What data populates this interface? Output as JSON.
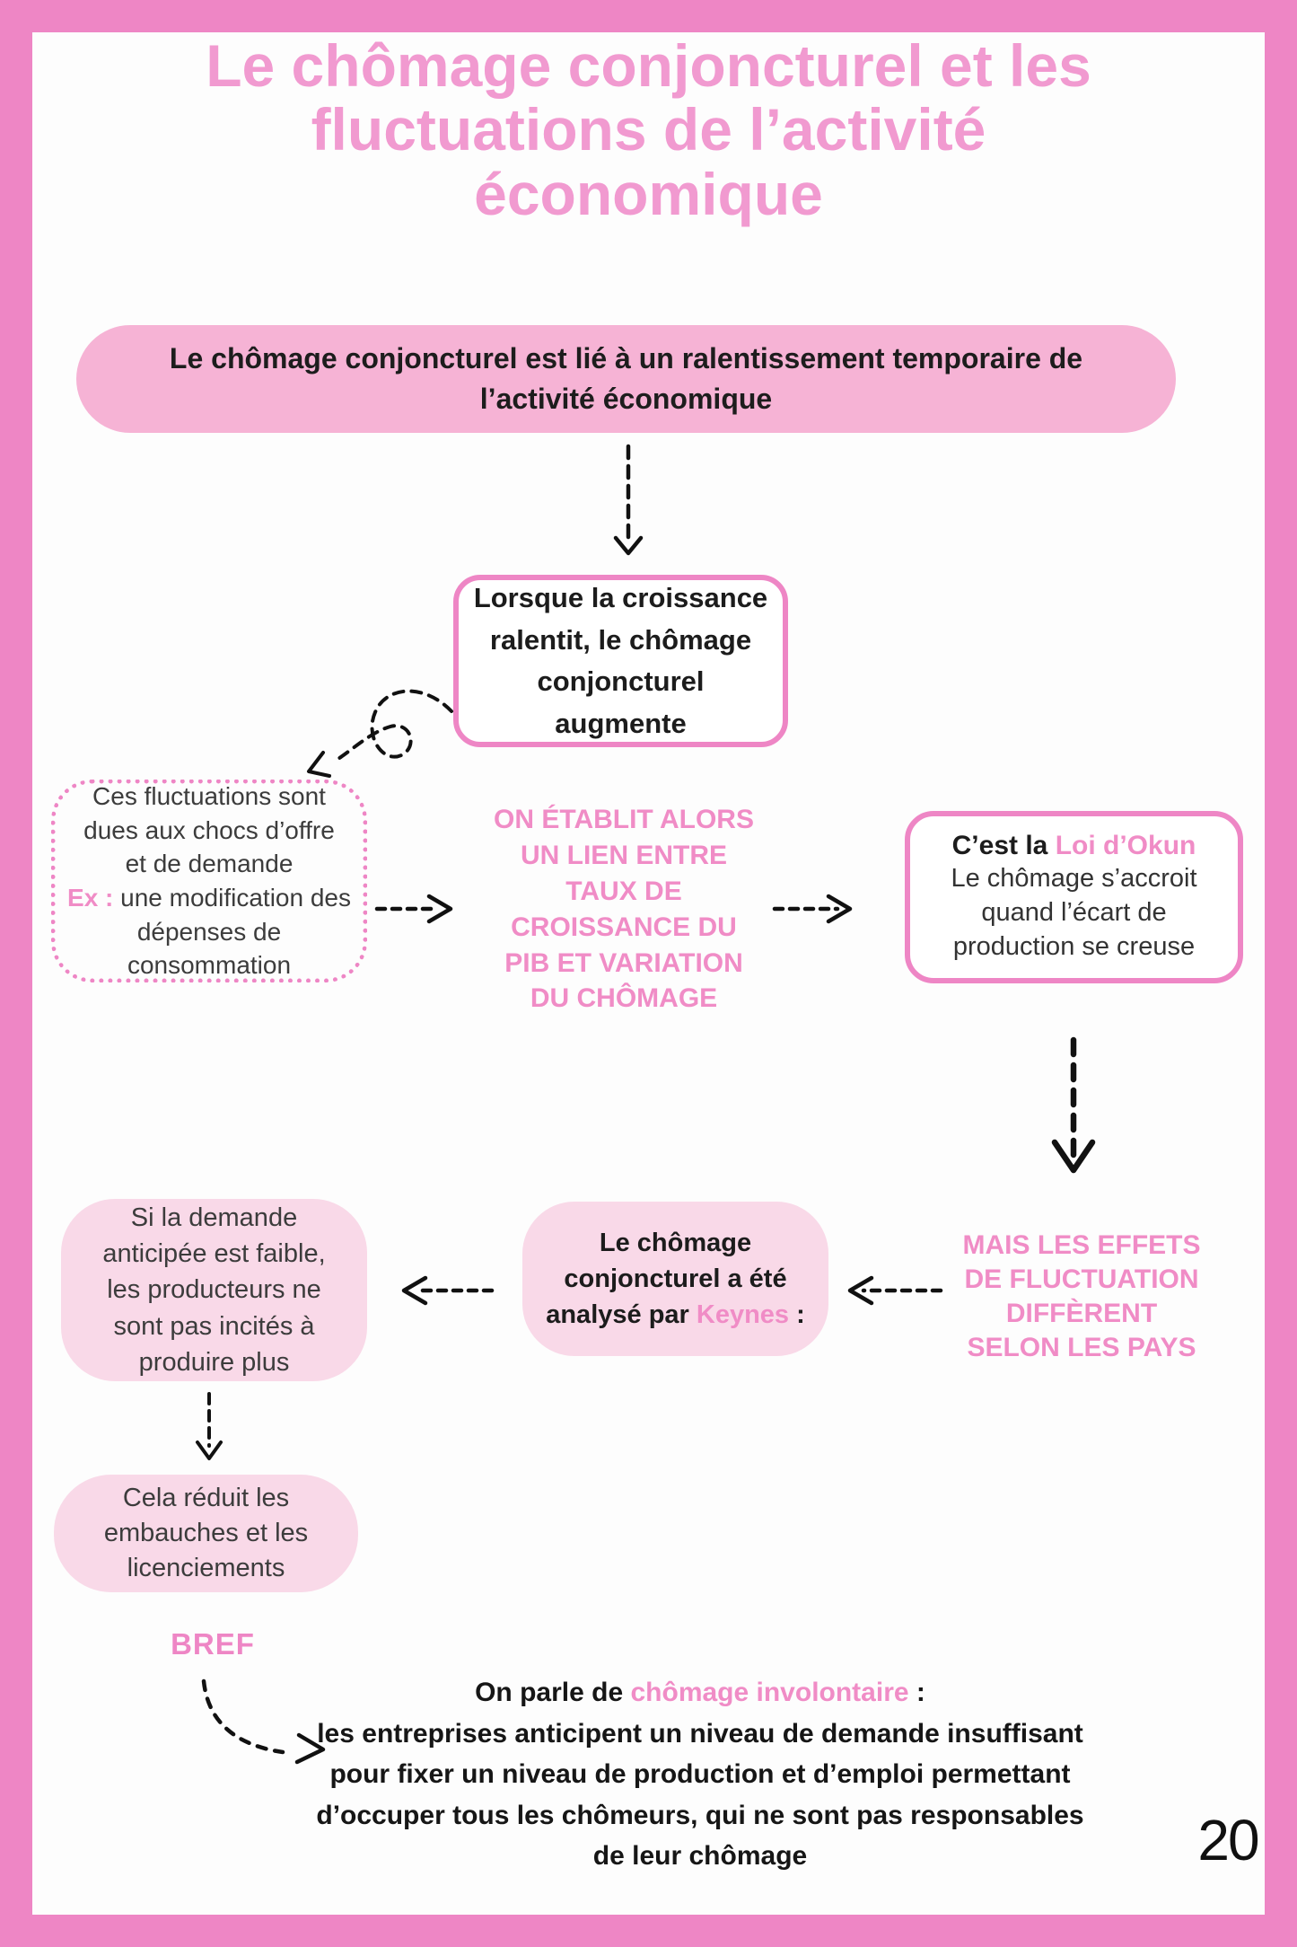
{
  "page": {
    "title": "Le chômage conjoncturel et les\nfluctuations de l’activité\néconomique",
    "page_number": "20"
  },
  "nodes": {
    "intro": {
      "text": "Le chômage conjoncturel est lié à un ralentissement temporaire de\nl’activité économique"
    },
    "croissance": {
      "text": "Lorsque la croissance\nralentit, le chômage\nconjoncturel\naugmente"
    },
    "fluctuations": {
      "text_main": "Ces fluctuations sont\ndues aux chocs d’offre\net de demande",
      "ex_label": "Ex :",
      "ex_text": " une modification des dépenses de consommation"
    },
    "lien": {
      "text": "ON ÉTABLIT ALORS\nUN LIEN ENTRE\nTAUX DE\nCROISSANCE DU\nPIB ET VARIATION\nDU CHÔMAGE"
    },
    "okun": {
      "head_pre": "C’est la ",
      "head_highlight": "Loi d’Okun",
      "body": "Le chômage s’accroit\nquand l’écart de\nproduction se creuse"
    },
    "effets": {
      "text": "MAIS LES EFFETS\nDE FLUCTUATION\nDIFFÈRENT\nSELON LES PAYS"
    },
    "keynes": {
      "line1": "Le chômage",
      "line2": "conjoncturel a été",
      "line3_pre": "analysé par ",
      "highlight": "Keynes",
      "line3_post": " :"
    },
    "demande": {
      "text": "Si la demande\nanticipée est faible,\nles producteurs ne\nsont pas incités à\nproduire plus"
    },
    "embauches": {
      "text": "Cela réduit les\nembauches et les\nlicenciements"
    },
    "bref": {
      "text": "BREF"
    },
    "conclusion": {
      "pre": "On parle de ",
      "highlight": "chômage involontaire",
      "post": " :",
      "body": "les entreprises anticipent un niveau de demande insuffisant\npour fixer un niveau de production et d’emploi permettant\nd’occuper tous les chômeurs, qui ne sont pas responsables\nde leur chômage"
    }
  },
  "colors": {
    "frame_pink": "#ee86c5",
    "title_pink": "#f19ad0",
    "accent_pink": "#f08cc6",
    "intro_box_fill": "#f6b3d5",
    "light_box_fill": "#f9d9e8",
    "text_dark": "#1d1d1d",
    "text_body": "#3c3c3c",
    "arrow_black": "#111111"
  }
}
